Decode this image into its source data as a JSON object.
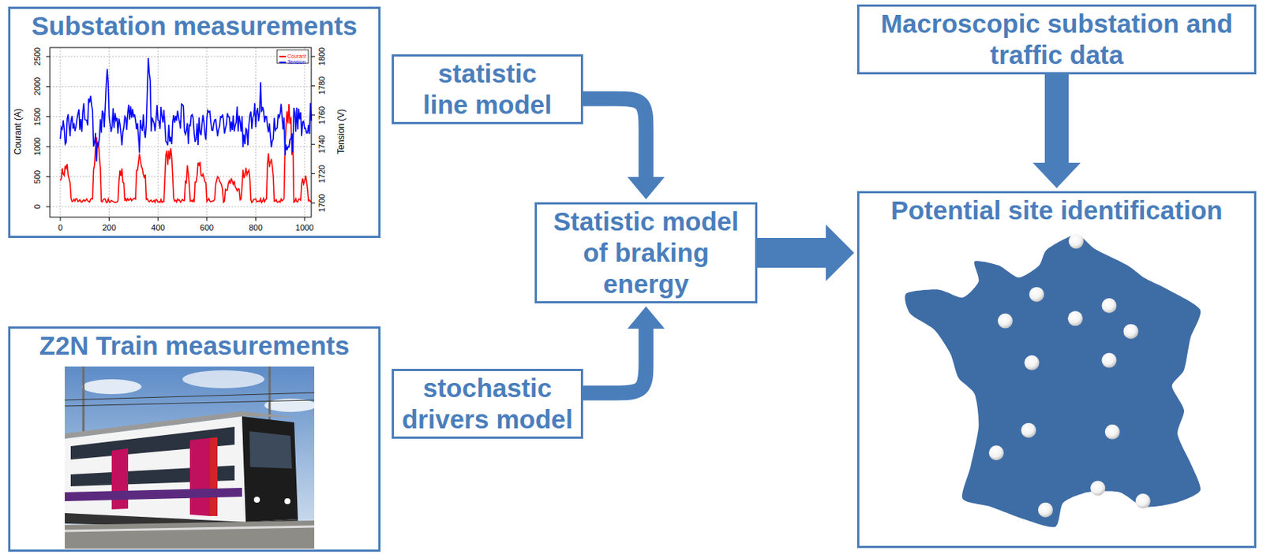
{
  "diagram": {
    "nodes": [
      {
        "text": [
          "Substation measurements"
        ]
      },
      {
        "text": [
          "statistic line model"
        ]
      },
      {
        "text": [
          "Macroscopic substation and traffic data"
        ]
      },
      {
        "text": [
          "Statistic model of braking energy"
        ]
      },
      {
        "text": [
          "Potential site identification"
        ]
      },
      {
        "text": [
          "Z2N Train measurements"
        ]
      },
      {
        "text": [
          "stochastic drivers model"
        ]
      }
    ],
    "edges": [
      {
        "from": 1,
        "to": 3,
        "arrow": "to"
      },
      {
        "from": 6,
        "to": 3,
        "arrow": "to"
      },
      {
        "from": 3,
        "to": 4,
        "arrow": "to"
      },
      {
        "from": 2,
        "to": 4,
        "arrow": "to"
      }
    ],
    "labels": [
      "0",
      "500",
      "1000",
      "1500",
      "2000",
      "2500",
      "Courant (A)",
      "1700",
      "1720",
      "1740",
      "1760",
      "1780",
      "1800",
      "Tension (V)",
      "0",
      "200",
      "400",
      "600",
      "800",
      "1000"
    ],
    "legend": [
      {
        "text": "Courant",
        "color": "#ff0000"
      },
      {
        "text": "Tension",
        "color": "#0000ff"
      }
    ]
  }
}
